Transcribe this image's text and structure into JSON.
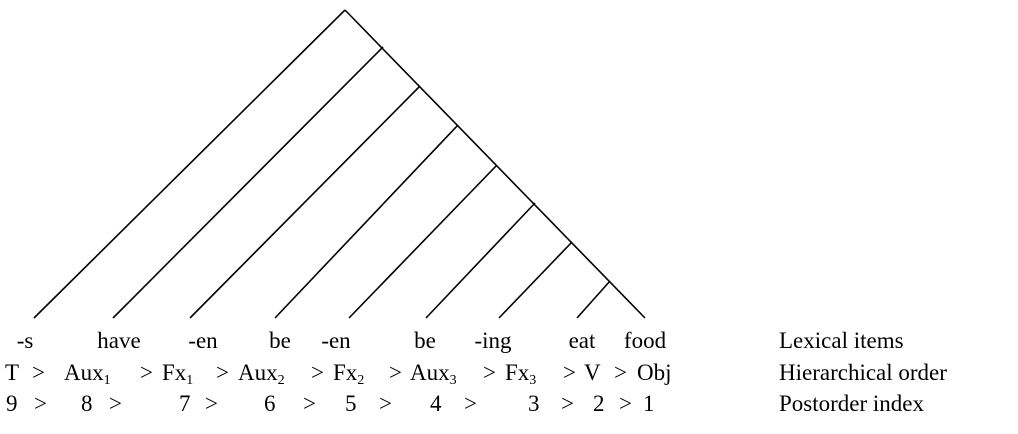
{
  "lexical_items": [
    "-s",
    "have",
    "-en",
    "be",
    "-en",
    "be",
    "-ing",
    "eat",
    "food"
  ],
  "hierarchical_order": [
    {
      "base": "T",
      "sub": ""
    },
    {
      "base": "Aux",
      "sub": "1"
    },
    {
      "base": "Fx",
      "sub": "1"
    },
    {
      "base": "Aux",
      "sub": "2"
    },
    {
      "base": "Fx",
      "sub": "2"
    },
    {
      "base": "Aux",
      "sub": "3"
    },
    {
      "base": "Fx",
      "sub": "3"
    },
    {
      "base": "V",
      "sub": ""
    },
    {
      "base": "Obj",
      "sub": ""
    }
  ],
  "postorder_index": [
    "9",
    "8",
    "7",
    "6",
    "5",
    "4",
    "3",
    "2",
    "1"
  ],
  "separator": ">",
  "row_labels": {
    "lexical": "Lexical items",
    "hierarchical": "Hierarchical order",
    "postorder": "Postorder index"
  }
}
